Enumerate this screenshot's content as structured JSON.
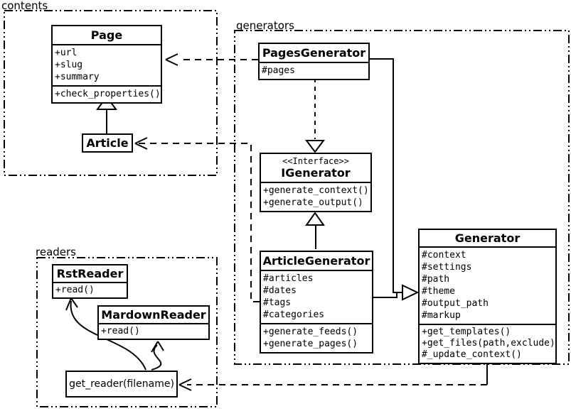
{
  "colors": {
    "ink": "#000000",
    "paper": "#ffffff"
  },
  "packages": {
    "contents": {
      "label": "contents"
    },
    "generators": {
      "label": "generators"
    },
    "readers": {
      "label": "readers"
    }
  },
  "classes": {
    "page": {
      "title": "Page",
      "attributes": [
        "+url",
        "+slug",
        "+summary"
      ],
      "methods": [
        "+check_properties()"
      ]
    },
    "article": {
      "title": "Article"
    },
    "pages_generator": {
      "title": "PagesGenerator",
      "attributes": [
        "#pages"
      ]
    },
    "igenerator": {
      "stereotype": "<<Interface>>",
      "title": "IGenerator",
      "methods": [
        "+generate_context()",
        "+generate_output()"
      ]
    },
    "article_generator": {
      "title": "ArticleGenerator",
      "attributes": [
        "#articles",
        "#dates",
        "#tags",
        "#categories"
      ],
      "methods": [
        "+generate_feeds()",
        "+generate_pages()"
      ]
    },
    "generator": {
      "title": "Generator",
      "attributes": [
        "#context",
        "#settings",
        "#path",
        "#theme",
        "#output_path",
        "#markup"
      ],
      "methods": [
        "+get_templates()",
        "+get_files(path,exclude)",
        "#_update_context()"
      ]
    },
    "rst_reader": {
      "title": "RstReader",
      "methods": [
        "+read()"
      ]
    },
    "markdown_reader": {
      "title": "MardownReader",
      "methods": [
        "+read()"
      ]
    },
    "get_reader": {
      "label": "get_reader(filename)"
    }
  }
}
